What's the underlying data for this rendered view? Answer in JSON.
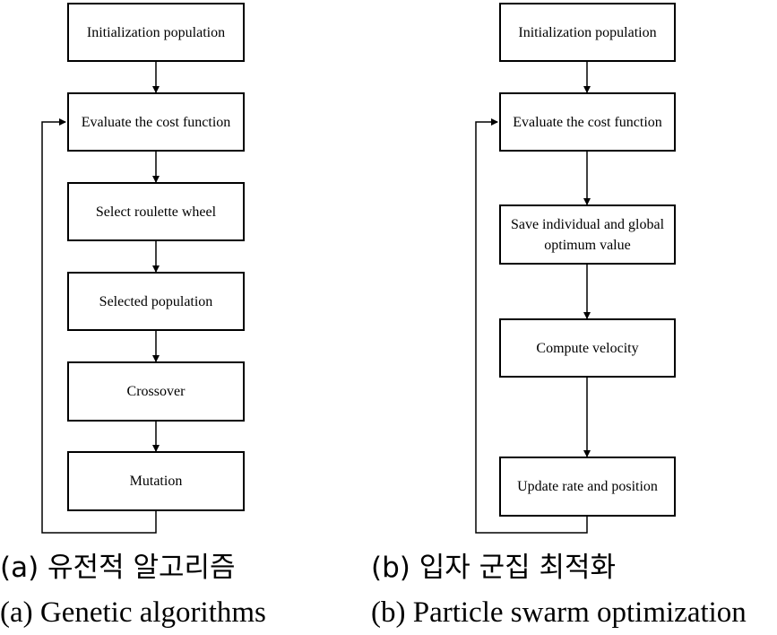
{
  "diagram_a": {
    "steps": [
      "Initialization population",
      "Evaluate the cost function",
      "Select roulette wheel",
      "Selected population",
      "Crossover",
      "Mutation"
    ],
    "caption_ko": "(a) 유전적 알고리즘",
    "caption_en": "(a) Genetic algorithms"
  },
  "diagram_b": {
    "steps": [
      "Initialization population",
      "Evaluate the cost function",
      "Save individual and global optimum value",
      "Compute velocity",
      "Update rate and position"
    ],
    "caption_ko": "(b) 입자 군집 최적화",
    "caption_en": "(b) Particle swarm optimization"
  }
}
